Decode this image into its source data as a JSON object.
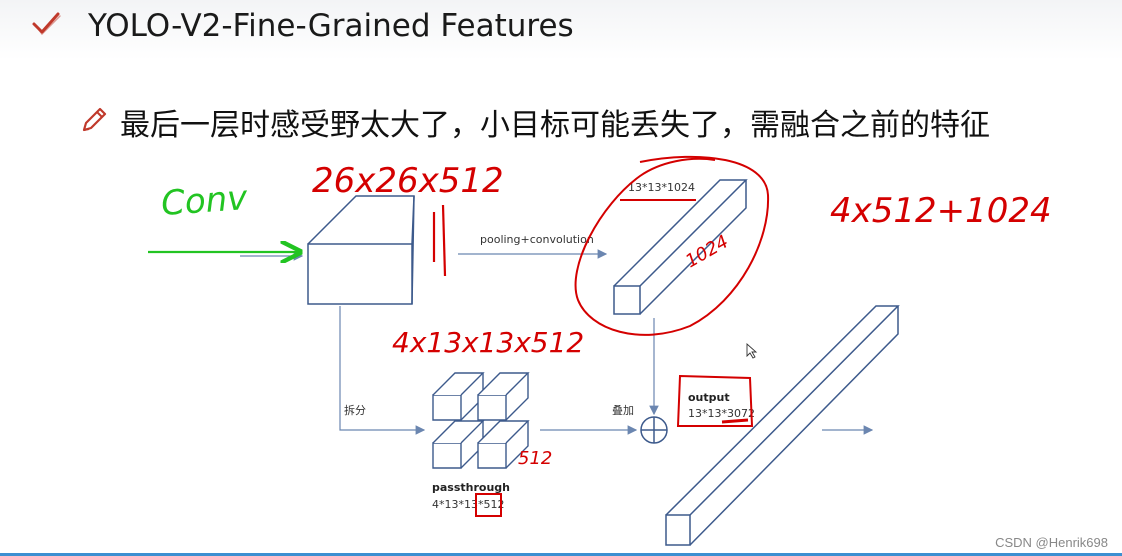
{
  "slide": {
    "title": "YOLO-V2-Fine-Grained Features",
    "bullet": "最后一层时感受野太大了，小目标可能丢失了，需融合之前的特征"
  },
  "diagram": {
    "top_output_label": "13*13*1024",
    "pool_label": "pooling+convolution",
    "split_label": "拆分",
    "stack_label": "叠加",
    "passthrough_title": "passthrough",
    "passthrough_dims": "4*13*13*512",
    "output_title": "output",
    "output_dims": "13*13*3072"
  },
  "annotations": {
    "green_text": "Conv",
    "red_top": "26x26x512",
    "red_right": "4x512+1024",
    "red_mid": "4x13x13x512",
    "red_1024": "1024",
    "red_512": "512"
  },
  "watermark": "CSDN @Henrik698",
  "colors": {
    "diagram_line": "#3d5a8c",
    "arrow": "#6b86b0",
    "annotation_red": "#d40000",
    "annotation_green": "#22c422",
    "accent_icon": "#c0392b"
  }
}
